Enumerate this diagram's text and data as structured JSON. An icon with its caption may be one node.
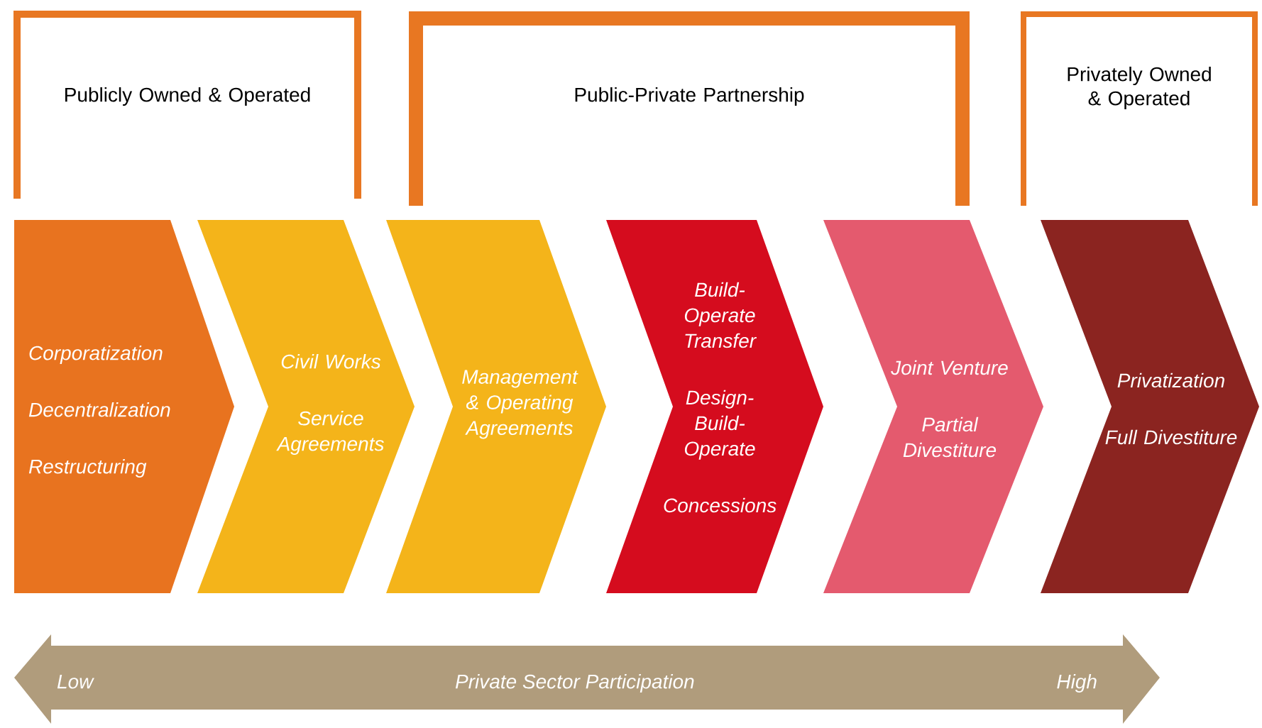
{
  "diagram": {
    "nodes": [
      {
        "text": [
          "Publicly Owned & Operated"
        ]
      },
      {
        "text": [
          "Public-Private Partnership"
        ]
      },
      {
        "text": [
          "Privately Owned & Operated"
        ]
      },
      {
        "text": [
          "Corporatization",
          "Decentralization",
          "Restructuring"
        ]
      },
      {
        "text": [
          "Civil Works",
          "Service Agreements"
        ]
      },
      {
        "text": [
          "Management & Operating Agreements"
        ]
      },
      {
        "text": [
          "Build-Operate Transfer",
          "Design-Build-Operate",
          "Concessions"
        ]
      },
      {
        "text": [
          "Joint Venture",
          "Partial Divestiture"
        ]
      },
      {
        "text": [
          "Privatization",
          "Full Divestiture"
        ]
      },
      {
        "text": [
          "Low",
          "Private Sector Participation",
          "High"
        ]
      }
    ]
  }
}
